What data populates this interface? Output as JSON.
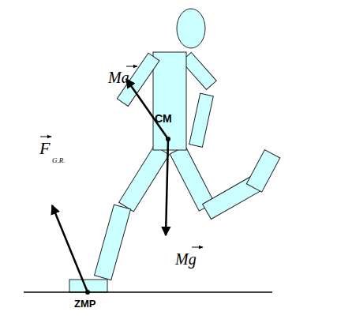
{
  "diagram": {
    "labels": [
      "Ma",
      "CM",
      "F",
      "G.R.",
      "Mg",
      "ZMP"
    ]
  }
}
